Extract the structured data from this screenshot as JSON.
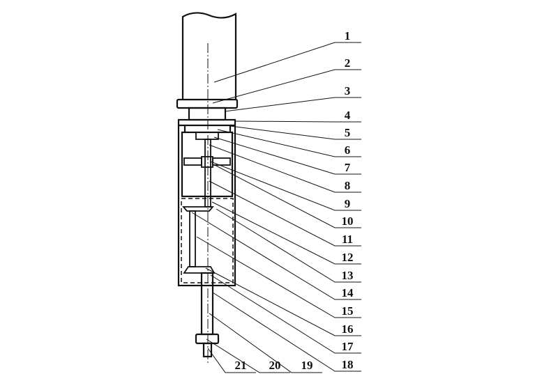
{
  "diagram": {
    "labels": [
      "1",
      "2",
      "3",
      "4",
      "5",
      "6",
      "7",
      "8",
      "9",
      "10",
      "11",
      "12",
      "13",
      "14",
      "15",
      "16",
      "17",
      "18",
      "19",
      "20",
      "21"
    ],
    "line_color": "#111111",
    "background": "#ffffff"
  }
}
